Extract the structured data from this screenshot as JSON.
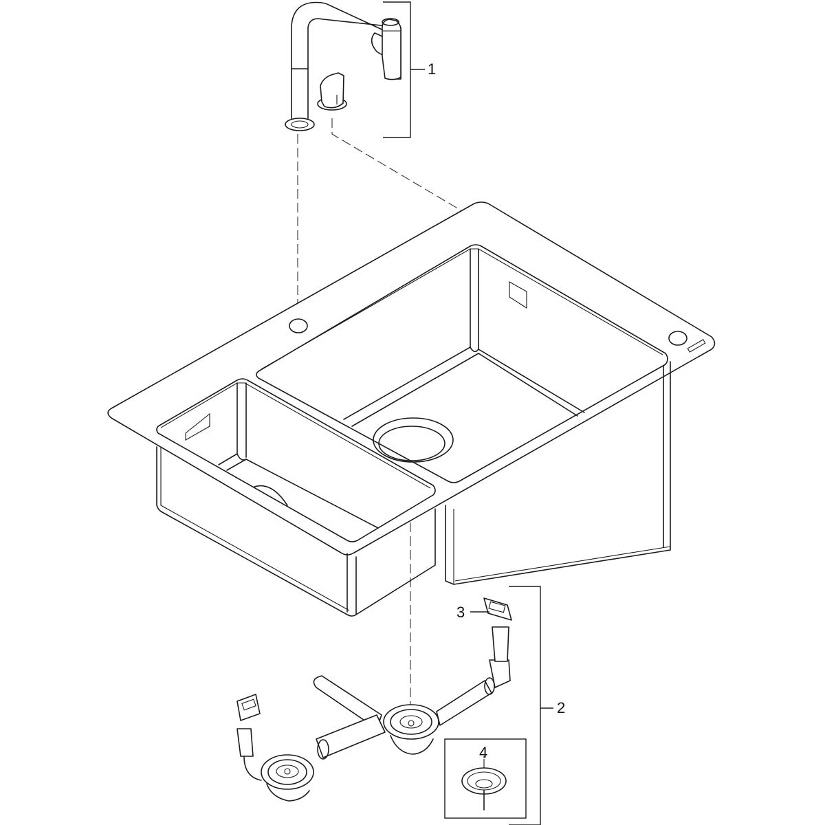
{
  "diagram": {
    "type": "exploded-view assembly drawing",
    "subject": "Double-bowl stainless steel inset kitchen sink with pull-out faucet and waste set",
    "line_color": "#1a1a1a",
    "background": "#ffffff",
    "callouts": [
      {
        "id": "1",
        "label": "1",
        "part": "Pull-out kitchen faucet with separate lever handle"
      },
      {
        "id": "2",
        "label": "2",
        "part": "Drain / waste set with pipes for both bowls"
      },
      {
        "id": "3",
        "label": "3",
        "part": "Overflow cover"
      },
      {
        "id": "4",
        "label": "4",
        "part": "Basket strainer plug"
      }
    ],
    "assembly_guides": [
      "faucet spout to left tap hole",
      "lever handle to right tap hole",
      "main bowl drain to waste set strainer"
    ]
  }
}
